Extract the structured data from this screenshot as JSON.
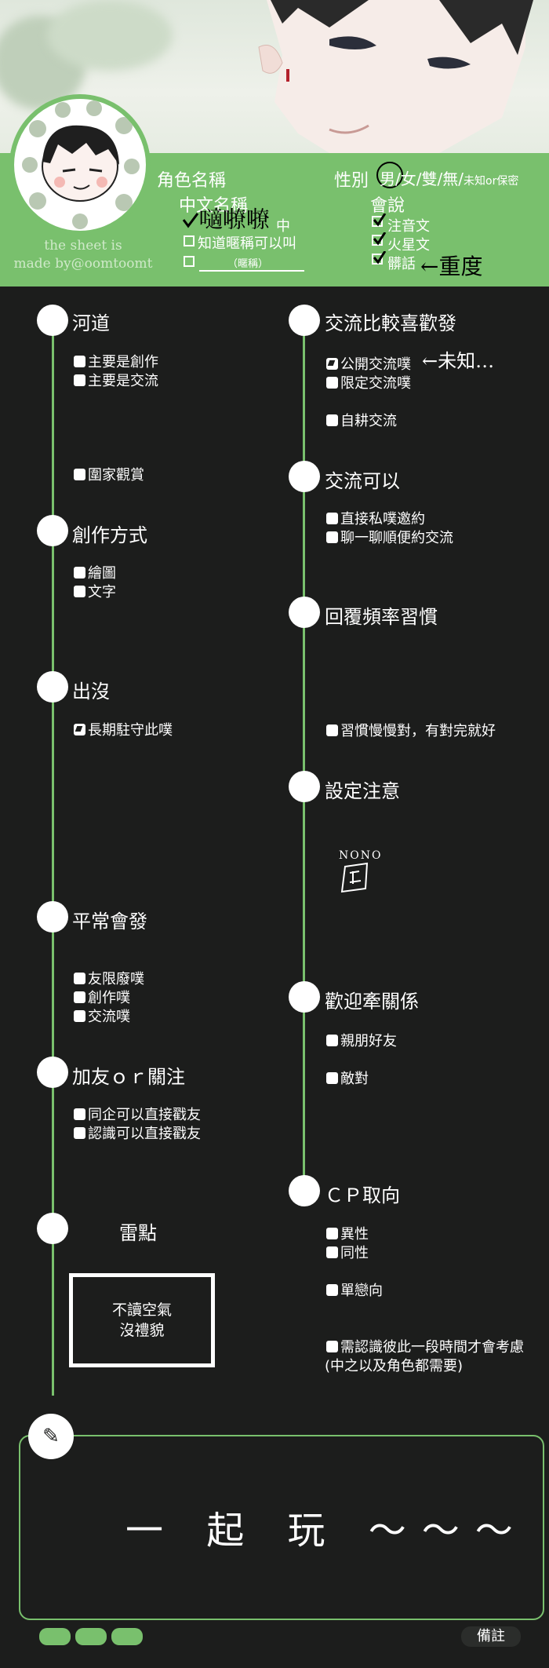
{
  "header": {
    "role_name_label": "角色名稱",
    "gender_label": "性別",
    "gender_options": [
      "男",
      "女",
      "雙",
      "無",
      "未知or保密"
    ],
    "gender_separator": "/",
    "chinese_name_label": "中文名稱",
    "chinese_name_value": "𡂓𡃔𡃔",
    "chinese_name_suffix": "中",
    "nickname_option": "知道暱稱可以叫",
    "nickname_placeholder": "（暱稱）",
    "speaks_label": "會說",
    "languages": [
      "注音文",
      "火星文",
      "髒話"
    ],
    "language_note": "←重度",
    "credit_line1": "the sheet is",
    "credit_line2": "made by@oomtoomt"
  },
  "left": {
    "river": {
      "title": "河道",
      "options": [
        "主要是創作",
        "主要是交流",
        "圍家觀賞"
      ]
    },
    "creation": {
      "title": "創作方式",
      "options": [
        "繪圖",
        "文字"
      ]
    },
    "presence": {
      "title": "出沒",
      "options": [
        "長期駐守此噗"
      ]
    },
    "posts": {
      "title": "平常會發",
      "options": [
        "友限廢噗",
        "創作噗",
        "交流噗"
      ]
    },
    "friend": {
      "title": "加友ｏｒ關注",
      "options": [
        "同企可以直接戳友",
        "認識可以直接戳友"
      ]
    },
    "landmine": {
      "title": "雷點",
      "box_line1": "不讀空氣",
      "box_line2": "沒禮貌"
    }
  },
  "right": {
    "prefer": {
      "title": "交流比較喜歡發",
      "options": [
        "公開交流噗",
        "限定交流噗",
        "自耕交流"
      ],
      "note": "←未知…"
    },
    "can": {
      "title": "交流可以",
      "options": [
        "直接私噗邀約",
        "聊一聊順便約交流"
      ]
    },
    "reply": {
      "title": "回覆頻率習慣",
      "options": [
        "習慣慢慢對，有對完就好"
      ]
    },
    "settings": {
      "title": "設定注意",
      "doodle": "NONO"
    },
    "relations": {
      "title": "歡迎牽關係",
      "options": [
        "親朋好友",
        "敵對"
      ]
    },
    "cp": {
      "title": "ＣＰ取向",
      "options": [
        "異性",
        "同性",
        "單戀向",
        "需認識彼此一段時間才會考慮"
      ],
      "cp_note": "(中之以及角色都需要)"
    }
  },
  "notes": {
    "icon": "pen-icon",
    "text": "一 起 玩 ～～～",
    "remark_label": "備註"
  },
  "colors": {
    "accent": "#79c06d",
    "background": "#1c1d1c"
  }
}
